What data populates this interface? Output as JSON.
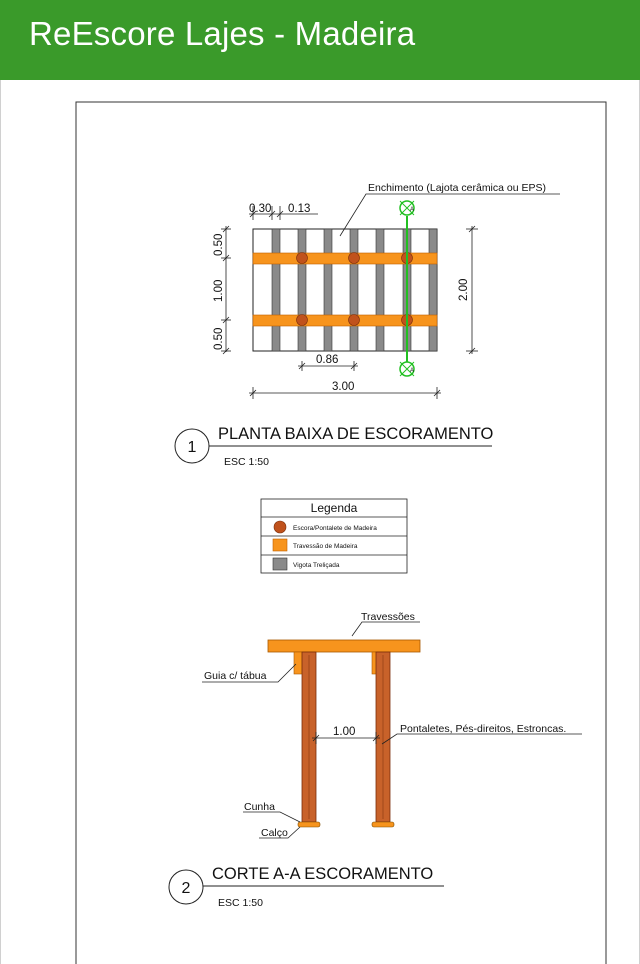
{
  "app": {
    "title": "ReEscore Lajes - Madeira"
  },
  "colors": {
    "appbar": "#3a9a2a",
    "orange": "#f7941d",
    "brown": "#c0521c",
    "gray": "#8a8a8a",
    "green": "#22c022"
  },
  "plan": {
    "fill_label": "Enchimento (Lajota cerâmica ou EPS)",
    "dim_030": "0.30",
    "dim_013": "0.13",
    "dim_050_top": "0.50",
    "dim_100": "1.00",
    "dim_050_bottom": "0.50",
    "dim_200": "2.00",
    "dim_086": "0.86",
    "dim_300": "3.00",
    "number": "1",
    "title": "PLANTA BAIXA DE ESCORAMENTO",
    "scale": "ESC 1:50"
  },
  "legend": {
    "title": "Legenda",
    "items": [
      {
        "label": "Escora/Pontalete de Madeira",
        "icon": "prop-circle-icon"
      },
      {
        "label": "Travessão de Madeira",
        "icon": "crossbeam-square-icon"
      },
      {
        "label": "Vigota Treliçada",
        "icon": "joist-square-icon"
      }
    ]
  },
  "section": {
    "travessoes": "Travessões",
    "guia": "Guia c/ tábua",
    "dim_100": "1.00",
    "pontaletes": "Pontaletes, Pés-direitos, Estroncas.",
    "cunha": "Cunha",
    "calco": "Calço",
    "number": "2",
    "title": "CORTE A-A ESCORAMENTO",
    "scale": "ESC 1:50"
  }
}
